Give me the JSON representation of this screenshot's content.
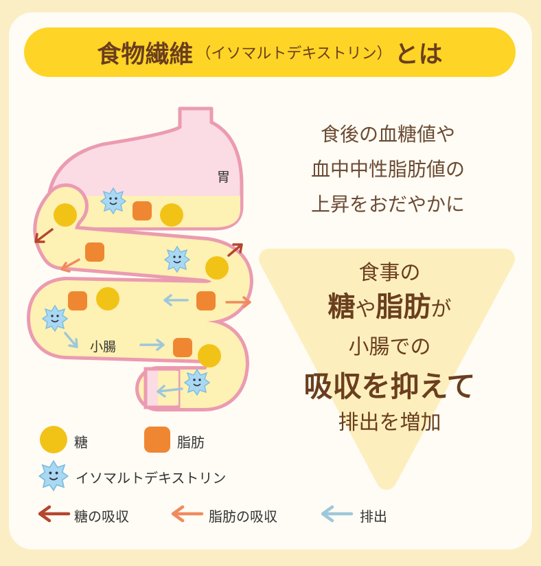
{
  "title": {
    "main": "食物繊維",
    "paren": "（イソマルトデキストリン）",
    "suffix": "とは"
  },
  "intro_lines": [
    "食後の血糖値や",
    "血中中性脂肪値の",
    "上昇をおだやかに"
  ],
  "triangle": {
    "line1": "食事の",
    "line2_a": "糖",
    "line2_b": "や",
    "line2_c": "脂肪",
    "line2_d": "が",
    "line3": "小腸での",
    "line4": "吸収を抑えて",
    "line5": "排出を増加"
  },
  "organ_labels": {
    "stomach": "胃",
    "small_intestine": "小腸"
  },
  "legend": {
    "sugar": "糖",
    "fat": "脂肪",
    "fiber": "イソマルトデキストリン",
    "sugar_absorption": "糖の吸収",
    "fat_absorption": "脂肪の吸収",
    "excretion": "排出"
  },
  "colors": {
    "sugar": "#f2c317",
    "fat": "#ef8732",
    "fiber": "#a9d9f2",
    "arrow_sugar": "#b4462f",
    "arrow_fat": "#f08a5f",
    "arrow_excretion": "#9ec7da",
    "title_bg": "#fed426",
    "text_brown": "#6a3e1e"
  },
  "icons": [
    "sugar-icon",
    "fat-icon",
    "fiber-star-icon",
    "absorption-arrow-icon",
    "excretion-arrow-icon"
  ]
}
